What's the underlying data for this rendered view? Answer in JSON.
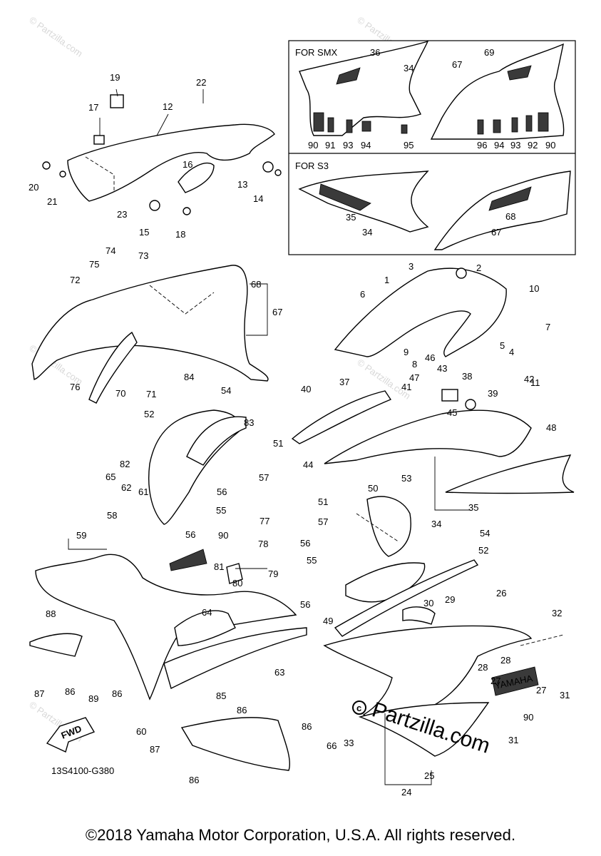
{
  "diagram_code": "13S4100-G380",
  "fwd_label": "FWD",
  "copyright": "©2018 Yamaha Motor Corporation, U.S.A. All rights reserved.",
  "watermark": "© Partzilla.com",
  "watermark_big": "Partzilla.com",
  "inset_smx": {
    "title": "FOR SMX",
    "labels": [
      "36",
      "34",
      "67",
      "69",
      "90",
      "91",
      "93",
      "94",
      "95",
      "96",
      "94",
      "93",
      "92",
      "90"
    ]
  },
  "inset_s3": {
    "title": "FOR S3",
    "labels": [
      "35",
      "34",
      "68",
      "67"
    ]
  },
  "callouts": [
    "19",
    "22",
    "17",
    "12",
    "16",
    "20",
    "21",
    "13",
    "14",
    "23",
    "15",
    "18",
    "74",
    "75",
    "73",
    "72",
    "68",
    "67",
    "76",
    "70",
    "71",
    "84",
    "54",
    "52",
    "83",
    "51",
    "82",
    "57",
    "65",
    "62",
    "61",
    "56",
    "55",
    "56",
    "58",
    "59",
    "90",
    "77",
    "78",
    "81",
    "79",
    "80",
    "64",
    "63",
    "88",
    "87",
    "86",
    "89",
    "86",
    "60",
    "85",
    "86",
    "86",
    "87",
    "86",
    "3",
    "2",
    "1",
    "6",
    "10",
    "7",
    "5",
    "4",
    "11",
    "9",
    "8",
    "46",
    "47",
    "41",
    "43",
    "38",
    "39",
    "42",
    "45",
    "40",
    "37",
    "44",
    "48",
    "35",
    "34",
    "53",
    "50",
    "51",
    "57",
    "54",
    "52",
    "56",
    "55",
    "56",
    "29",
    "49",
    "30",
    "26",
    "32",
    "28",
    "28",
    "27",
    "27",
    "31",
    "90",
    "31",
    "66",
    "33",
    "25",
    "24"
  ]
}
